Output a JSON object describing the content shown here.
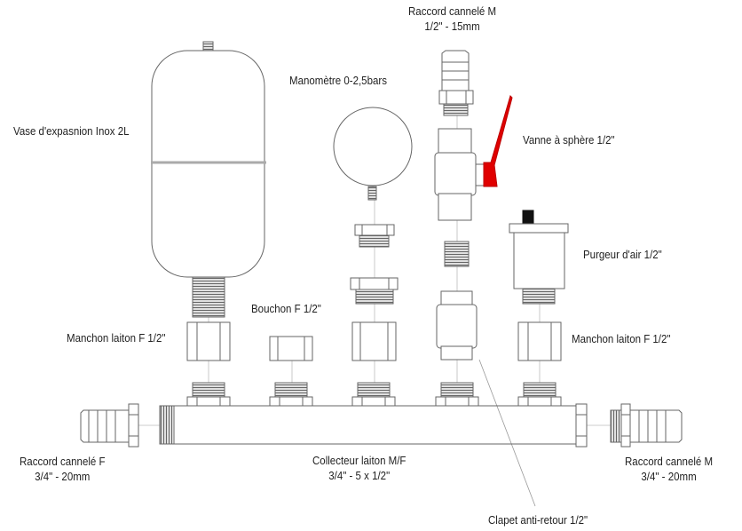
{
  "labels": {
    "raccord_m_top": [
      "Raccord cannelé M",
      "1/2\" - 15mm"
    ],
    "manometre": "Manomètre 0-2,5bars",
    "vase": "Vase d'expasnion Inox 2L",
    "vanne": "Vanne à sphère 1/2\"",
    "purgeur": "Purgeur d'air 1/2\"",
    "bouchon": "Bouchon F 1/2\"",
    "manchon_left": "Manchon laiton F 1/2\"",
    "manchon_right": "Manchon laiton F  1/2\"",
    "raccord_f": [
      "Raccord cannelé F",
      "3/4\" - 20mm"
    ],
    "collecteur": [
      "Collecteur laiton M/F",
      "3/4\" - 5 x 1/2\""
    ],
    "raccord_m_right": [
      "Raccord cannelé M",
      "3/4\" - 20mm"
    ],
    "clapet": "Clapet anti-retour  1/2\""
  },
  "colors": {
    "line": "#555555",
    "thread": "#777777",
    "handle": "#e00000",
    "cap": "#111111"
  }
}
